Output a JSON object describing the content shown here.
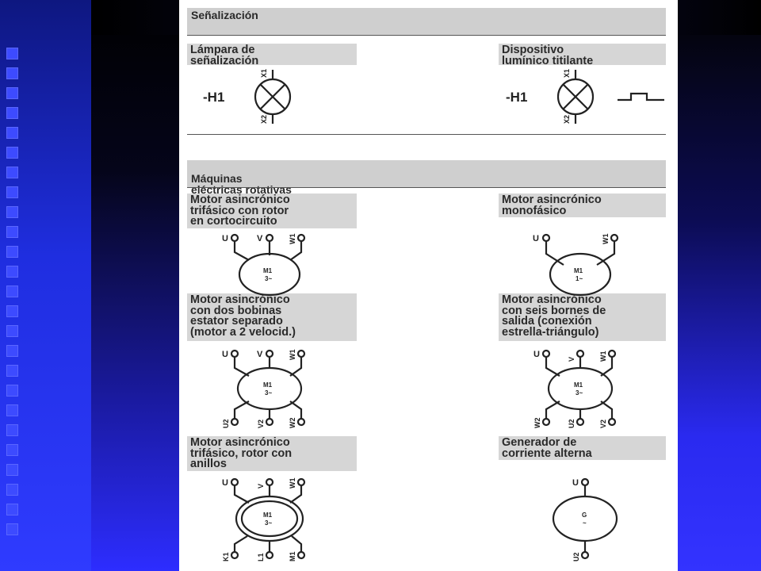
{
  "sections": [
    {
      "title": "Señalización"
    },
    {
      "title": "Máquinas\neléctricas rotativas"
    }
  ],
  "symbols": {
    "lamp": {
      "label": "Lámpara de\nseñalización",
      "tag": "-H1",
      "top": "X1",
      "bottom": "X2"
    },
    "flash": {
      "label": "Dispositivo\nlumínico titilante",
      "tag": "-H1",
      "top": "X1",
      "bottom": "X2"
    },
    "m_tri": {
      "label": "Motor asincrónico\ntrifásico con rotor\nen cortocircuito",
      "motor": "M1",
      "phase": "3~",
      "terms": [
        "U",
        "V",
        "W1"
      ]
    },
    "m_mono": {
      "label": "Motor asincrónico\nmonofásico",
      "motor": "M1",
      "phase": "1~",
      "terms": [
        "U",
        "W1"
      ]
    },
    "m_two": {
      "label": "Motor asincrónico\ncon dos bobinas\nestator separado\n(motor a 2 velocid.)",
      "motor": "M1",
      "phase": "3~",
      "terms_top": [
        "U",
        "V",
        "W1"
      ],
      "terms_bottom": [
        "U2",
        "V2",
        "W2"
      ]
    },
    "m_six": {
      "label": "Motor asincrónico\ncon seis bornes de\nsalida (conexión\nestrella-triángulo)",
      "motor": "M1",
      "phase": "3~",
      "terms_top": [
        "U",
        "V",
        "W1"
      ],
      "terms_bottom": [
        "W2",
        "U2",
        "V2"
      ]
    },
    "m_ring": {
      "label": "Motor asincrónico\ntrifásico, rotor con\nanillos",
      "motor": "M1",
      "phase": "3~",
      "terms_top": [
        "U",
        "V",
        "W1"
      ],
      "terms_bottom": [
        "K1",
        "L1",
        "M1"
      ]
    },
    "gen": {
      "label": "Generador de\ncorriente alterna",
      "motor": "G",
      "phase": "~",
      "terms": [
        "U",
        "U2"
      ]
    }
  }
}
